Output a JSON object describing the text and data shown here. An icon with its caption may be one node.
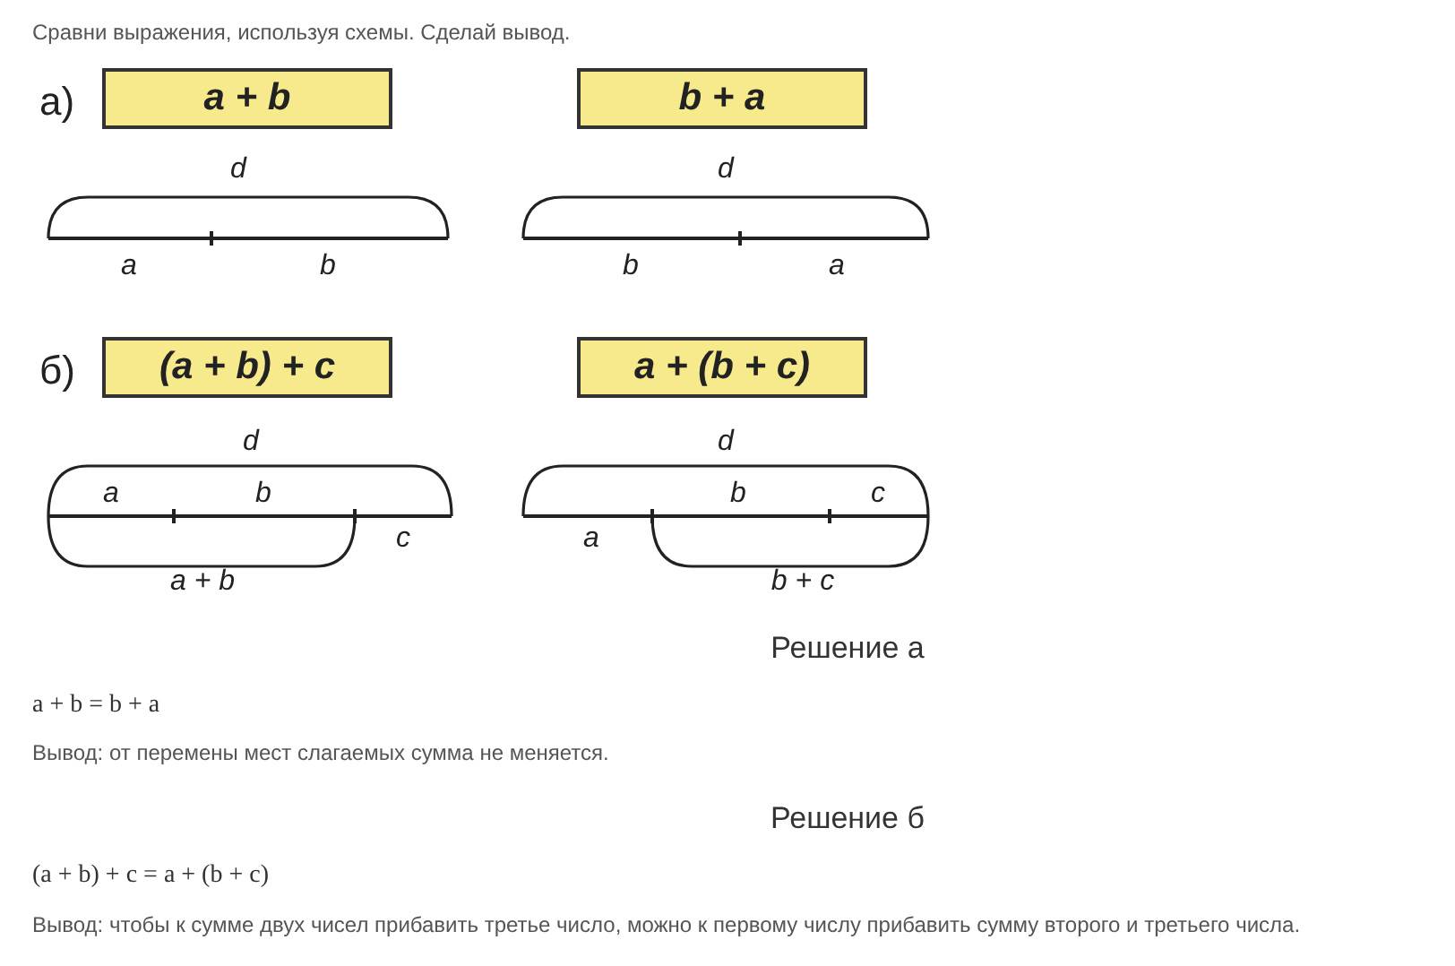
{
  "diagram": {
    "title": "Сравни выражения, используя схемы. Сделай вывод.",
    "nodes": [
      {
        "text": [
          "a + b"
        ]
      },
      {
        "text": [
          "b + a"
        ]
      },
      {
        "text": [
          "(a + b) + c"
        ]
      },
      {
        "text": [
          "a + (b + c)"
        ]
      }
    ],
    "labels": [
      "а)",
      "d",
      "d",
      "a",
      "b",
      "b",
      "a",
      "б)",
      "d",
      "d",
      "a",
      "b",
      "b",
      "c",
      "c",
      "a",
      "a + b",
      "b + c",
      "Решение а",
      "a + b = b + a",
      "Вывод: от перемены мест слагаемых сумма не меняется.",
      "Решение б",
      "(a + b) + c = a + (b + c)",
      "Вывод: чтобы к сумме двух чисел прибавить третье число, можно к первому числу прибавить сумму второго и третьего числа."
    ]
  }
}
